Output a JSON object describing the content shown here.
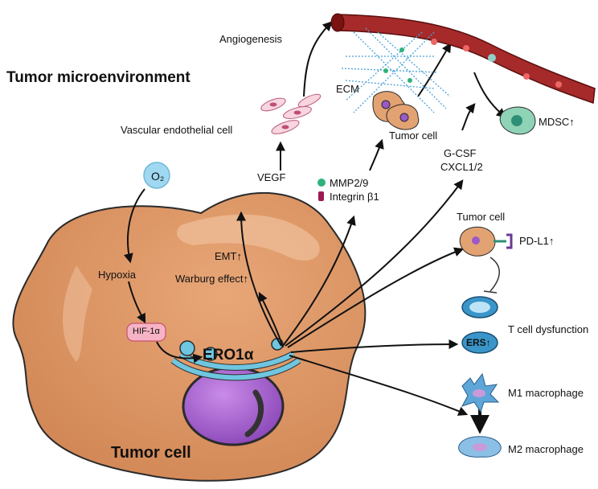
{
  "title": "Tumor microenvironment",
  "oxygen": {
    "text": "O₂"
  },
  "nodes": {
    "hypoxia": "Hypoxia",
    "hif": "HIF-1α",
    "ero": "ERO1α",
    "emt": "EMT↑",
    "warburg": "Warburg effect↑",
    "tumor_cell_main": "Tumor cell",
    "vegf": "VEGF",
    "vascular": "Vascular endothelial cell",
    "angiogenesis": "Angiogenesis",
    "ecm": "ECM",
    "tumor_cell_ecm": "Tumor cell",
    "mmp": "MMP2/9",
    "integrin": "Integrin β1",
    "gcsf": "G-CSF",
    "cxcl": "CXCL1/2",
    "mdsc": "MDSC↑",
    "tumor_cell_pdl1": "Tumor cell",
    "pdl1": "PD-L1↑",
    "tcell": "T cell dysfunction",
    "ers": "ERS↑",
    "m1": "M1 macrophage",
    "m2": "M2 macrophage"
  },
  "colors": {
    "cell_body": "#d9915e",
    "cell_outline": "#2b2b2b",
    "nucleus": "#9b59c8",
    "er": "#6fc6e0",
    "hif_fill": "#f7b3c6",
    "vessel": "#9c1c1c",
    "mmp_dot": "#2fb27a",
    "integrin_mark": "#9c1a55",
    "tcell": "#3a95c9",
    "macrophage": "#5ea6d8"
  }
}
